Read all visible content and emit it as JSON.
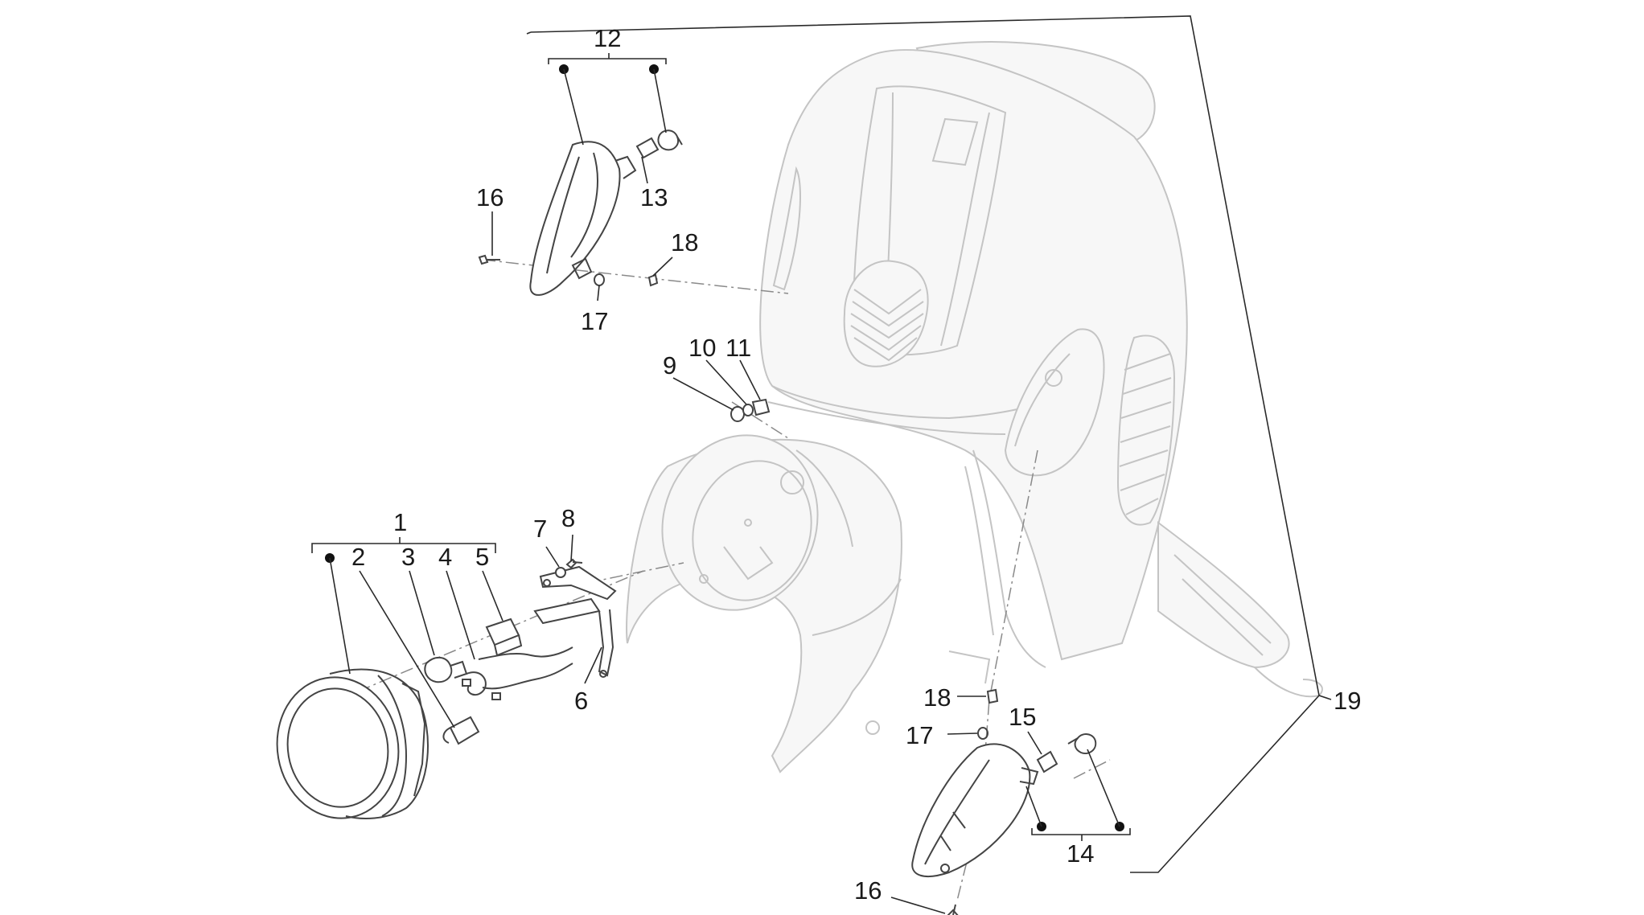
{
  "callouts": {
    "c1": "1",
    "c2": "2",
    "c3": "3",
    "c4": "4",
    "c5": "5",
    "c6": "6",
    "c7": "7",
    "c8": "8",
    "c9": "9",
    "c10": "10",
    "c11": "11",
    "c12": "12",
    "c13": "13",
    "c14": "14",
    "c15": "15",
    "c16a": "16",
    "c16b": "16",
    "c17a": "17",
    "c17b": "17",
    "c18a": "18",
    "c18b": "18",
    "c19": "19"
  },
  "colors": {
    "part_stroke": "#444444",
    "body_stroke": "#c4c4c4",
    "label_text": "#1a1a1a"
  }
}
